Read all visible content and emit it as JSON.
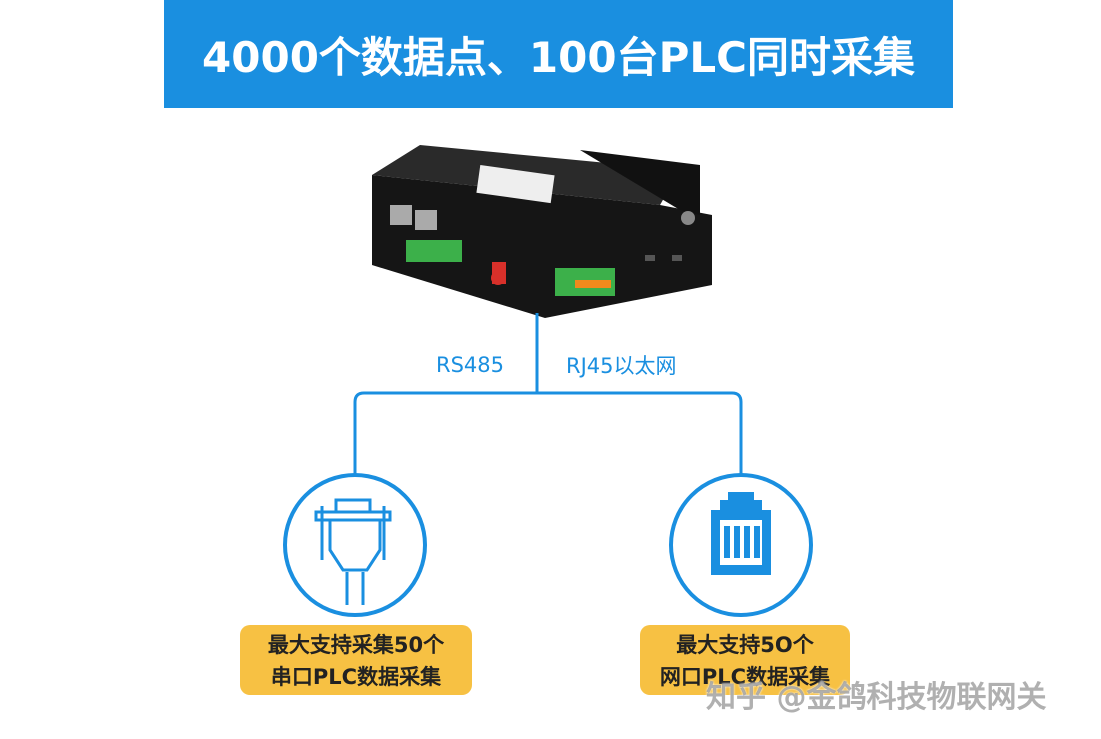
{
  "title": "4000个数据点、100台PLC同时采集",
  "links": {
    "left": "RS485",
    "right": "RJ45以太网"
  },
  "cards": [
    {
      "icon": "serial-db9-connector-icon",
      "line1": "最大支持采集50个",
      "line2": "串口PLC数据采集"
    },
    {
      "icon": "rj45-ethernet-port-icon",
      "line1": "最大支持5O个",
      "line2": "网口PLC数据采集"
    }
  ],
  "watermark": "知乎 @金鸽科技物联网关",
  "colors": {
    "accent": "#1a8fe0",
    "card": "#f7c143",
    "device": "#1c1c1c"
  }
}
